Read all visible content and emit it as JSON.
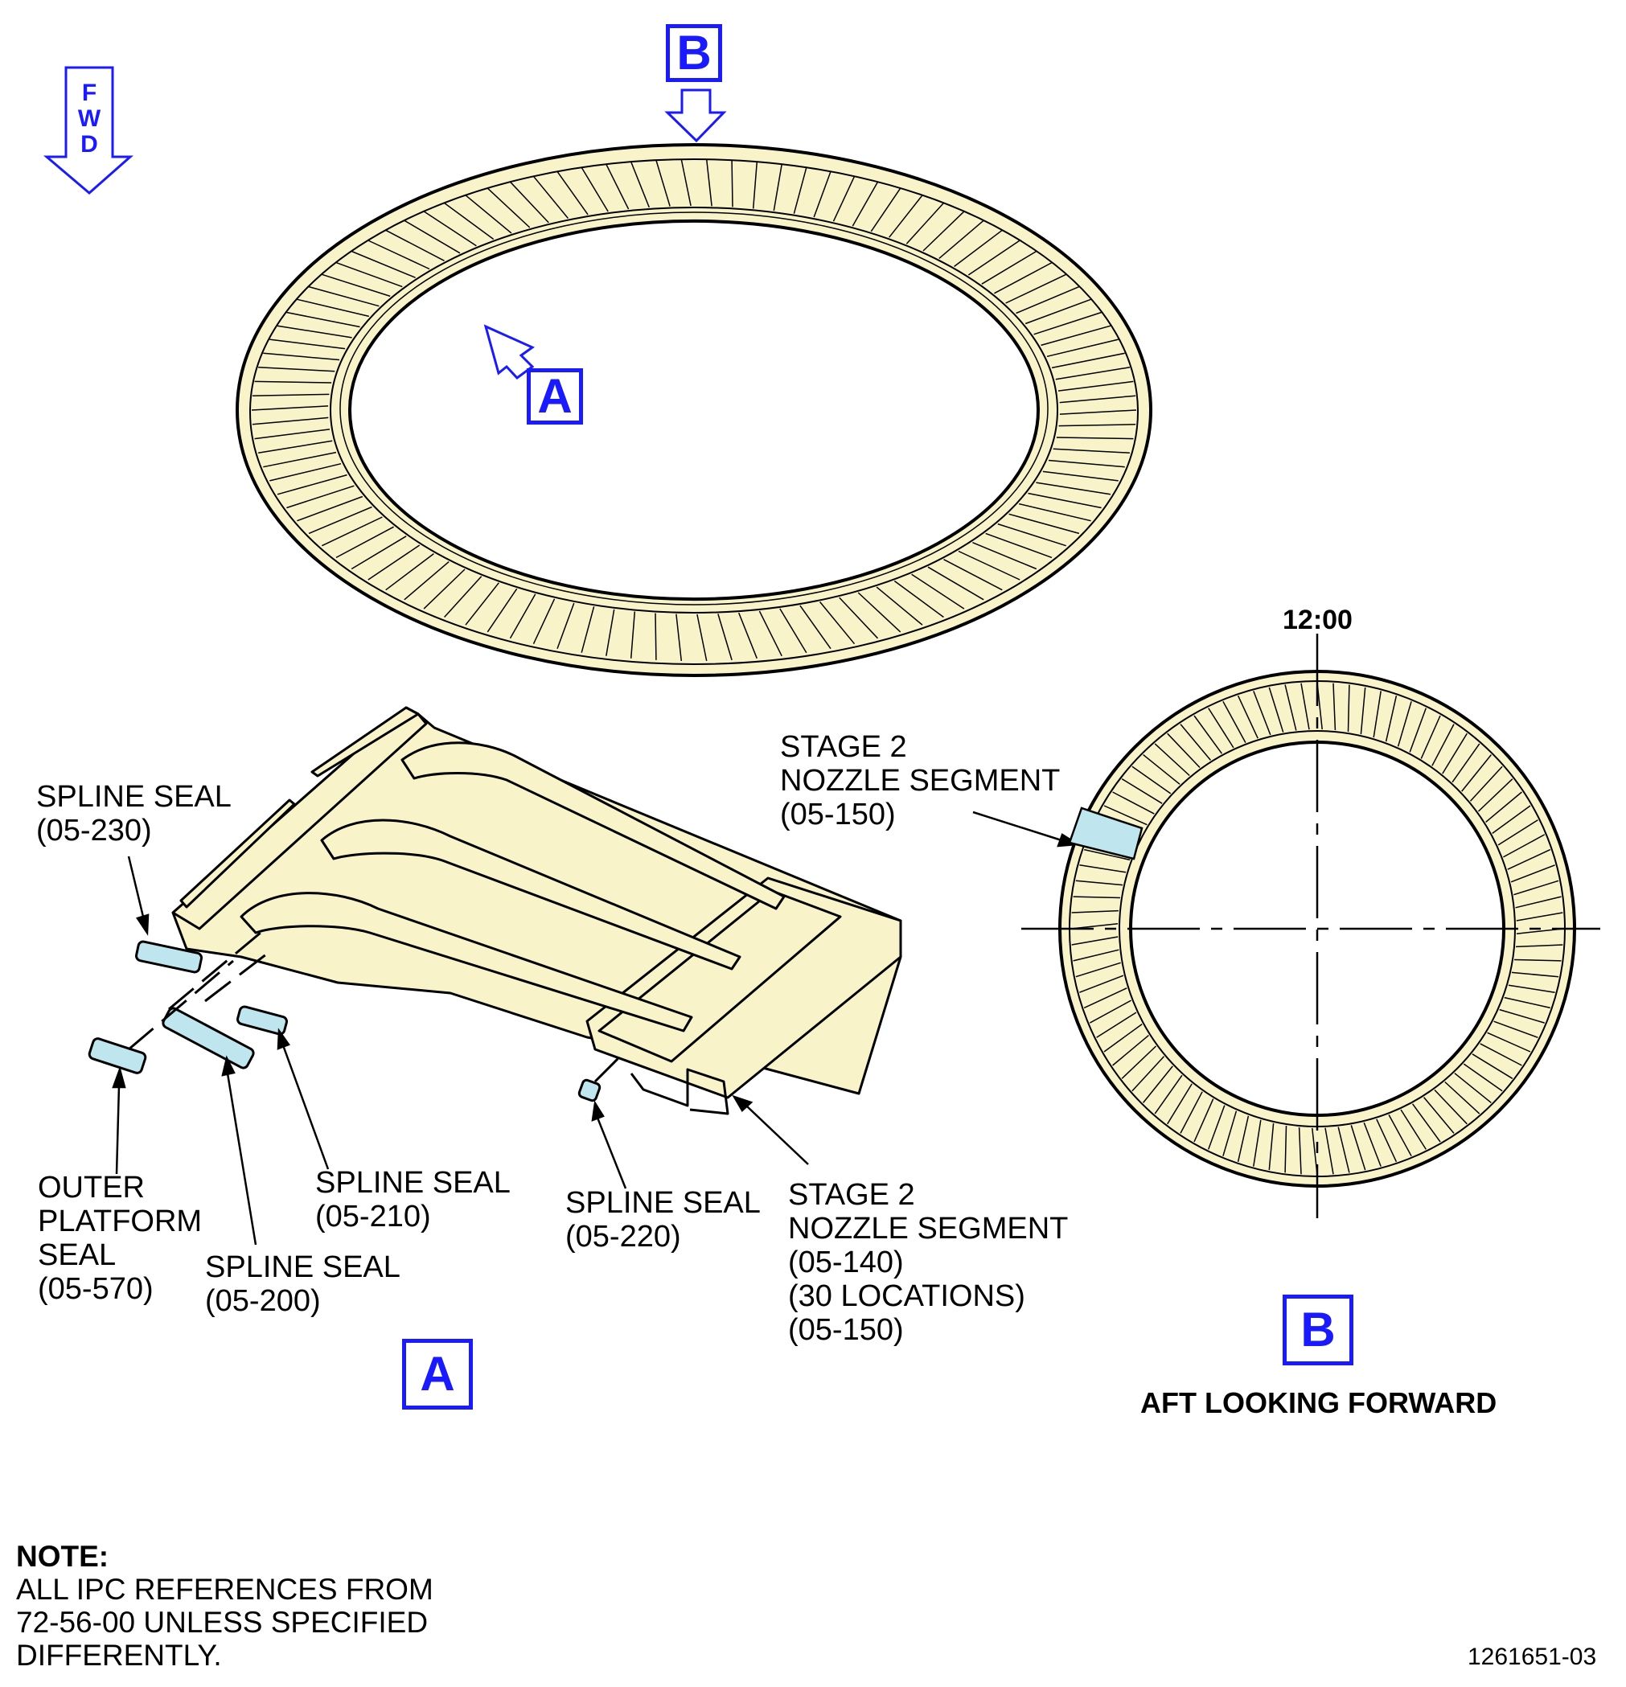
{
  "fwd_letters": [
    "F",
    "W",
    "D"
  ],
  "view_markers": {
    "a": "A",
    "b": "B"
  },
  "clock_label": "12:00",
  "view_b_caption": "AFT LOOKING FORWARD",
  "callouts": {
    "stage2_segment_b": [
      "STAGE 2",
      "NOZZLE SEGMENT",
      "(05-150)"
    ],
    "spline_seal_230": [
      "SPLINE SEAL",
      "(05-230)"
    ],
    "outer_platform_seal": [
      "OUTER",
      "PLATFORM",
      "SEAL",
      "(05-570)"
    ],
    "spline_seal_200": [
      "SPLINE SEAL",
      "(05-200)"
    ],
    "spline_seal_210": [
      "SPLINE SEAL",
      "(05-210)"
    ],
    "spline_seal_220": [
      "SPLINE SEAL",
      "(05-220)"
    ],
    "stage2_segment_a": [
      "STAGE 2",
      "NOZZLE SEGMENT",
      "(05-140)",
      "(30 LOCATIONS)",
      "(05-150)"
    ]
  },
  "note": {
    "heading": "NOTE:",
    "lines": [
      "ALL IPC REFERENCES FROM",
      "72-56-00 UNLESS SPECIFIED",
      "DIFFERENTLY."
    ]
  },
  "figure_number": "1261651-03",
  "colors": {
    "part_fill": "#f8f3c8",
    "seal_fill": "#bfe6ee",
    "marker_blue": "#1a1aff",
    "line": "#000000"
  }
}
